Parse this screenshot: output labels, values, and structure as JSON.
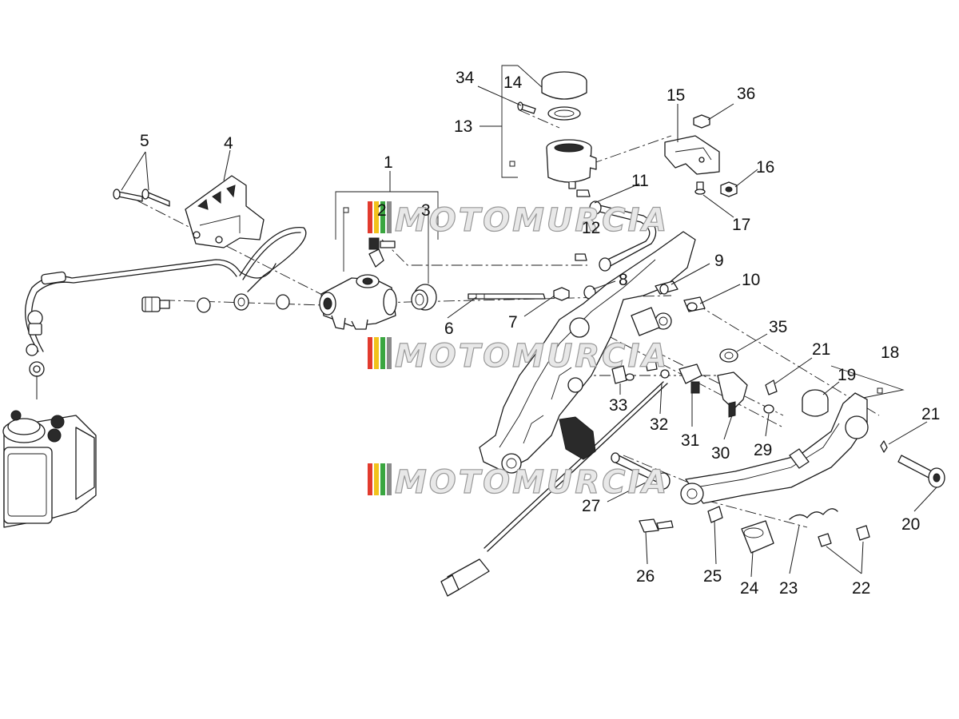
{
  "watermark": {
    "text": "MOTOMURCIA",
    "stripe_colors": [
      "#e23b2e",
      "#f2c21b",
      "#3aa640",
      "#8b8b8b"
    ]
  },
  "callouts": [
    "1",
    "2",
    "3",
    "4",
    "5",
    "6",
    "7",
    "8",
    "9",
    "10",
    "11",
    "12",
    "13",
    "14",
    "15",
    "16",
    "17",
    "18",
    "19",
    "20",
    "21",
    "21",
    "22",
    "23",
    "24",
    "25",
    "26",
    "27",
    "29",
    "30",
    "31",
    "32",
    "33",
    "34",
    "35",
    "36"
  ]
}
